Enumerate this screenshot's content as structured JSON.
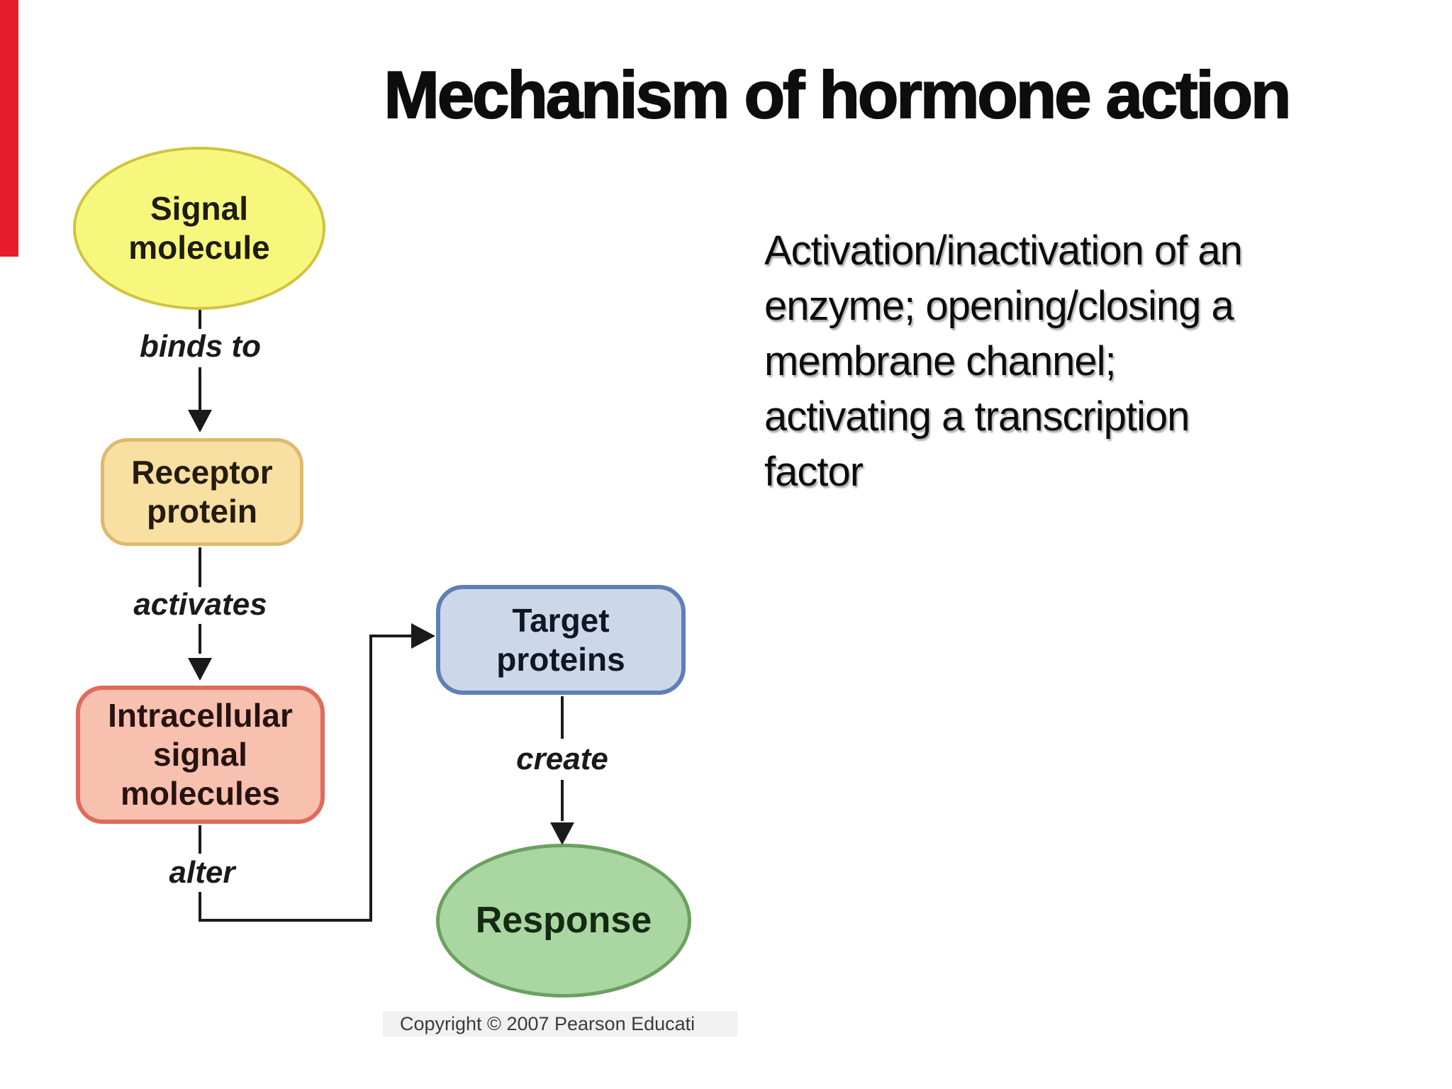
{
  "slide": {
    "accent_bar": {
      "color": "#e71c2b"
    },
    "title": "Mechanism of hormone action",
    "note_lines": [
      "Activation/inactivation of an",
      "enzyme; opening/closing a",
      "membrane channel;",
      "activating a transcription",
      "factor"
    ],
    "diagram": {
      "line_color": "#1a1a1a",
      "nodes": {
        "signal": {
          "shape": "ellipse",
          "fill": "#f8f77d",
          "border": "#cfc440",
          "lines": [
            "Signal",
            "molecule"
          ]
        },
        "receptor": {
          "shape": "rounded-rect",
          "fill": "#f8dfa2",
          "border": "#ddba6d",
          "lines": [
            "Receptor",
            "protein"
          ]
        },
        "intracellular": {
          "shape": "rounded-rect",
          "fill": "#f8c0af",
          "border": "#e06a5c",
          "lines": [
            "Intracellular",
            "signal",
            "molecules"
          ]
        },
        "target": {
          "shape": "rounded-rect",
          "fill": "#ccd8e9",
          "border": "#5e80b4",
          "lines": [
            "Target",
            "proteins"
          ]
        },
        "response": {
          "shape": "ellipse",
          "fill": "#aad6a2",
          "border": "#6ba061",
          "lines": [
            "Response"
          ]
        }
      },
      "edge_labels": {
        "binds_to": "binds to",
        "activates": "activates",
        "alter": "alter",
        "create": "create"
      }
    },
    "copyright": "Copyright © 2007 Pearson Educati"
  }
}
